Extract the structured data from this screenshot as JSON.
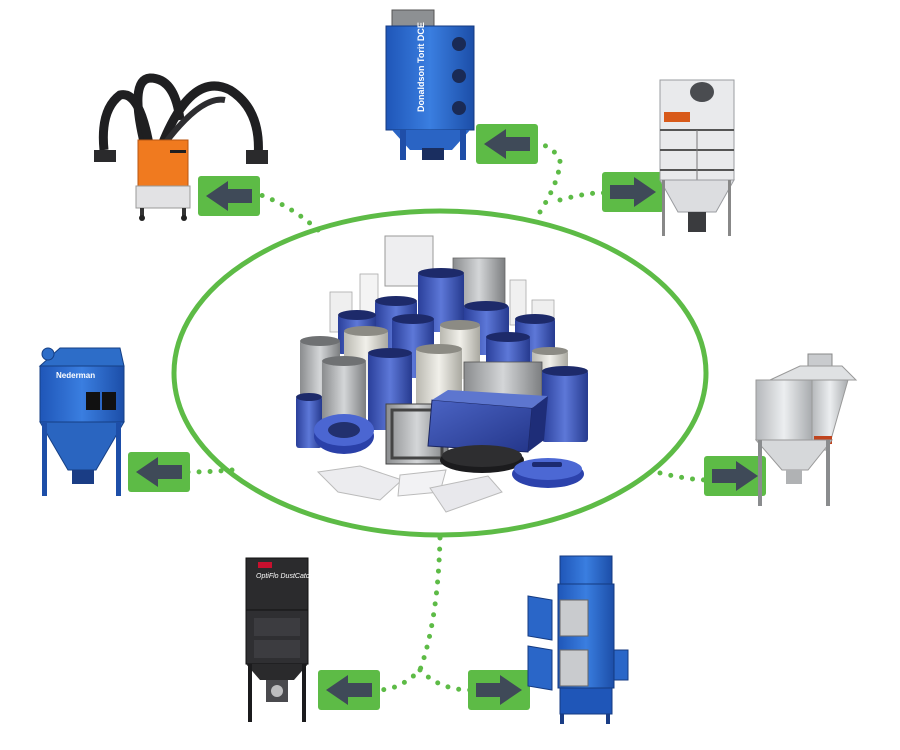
{
  "colors": {
    "accent_green": "#5dbb46",
    "arrow_fill": "#3f4a58",
    "collector_blue": "#2f6fd0",
    "collector_white": "#e9eaec",
    "collector_black": "#2b2b2d",
    "collector_orange": "#f07a1f"
  },
  "hub": {
    "name": "replacement-filters-group"
  },
  "equipment": [
    {
      "id": "fume-extractor",
      "label_text": "",
      "direction": "left"
    },
    {
      "id": "donaldson-torit-dce",
      "label_text": "Donaldson Torit DCE",
      "direction": "left"
    },
    {
      "id": "white-cabinet-collector",
      "label_text": "",
      "direction": "right"
    },
    {
      "id": "nederman-collector",
      "label_text": "Nederman",
      "direction": "left"
    },
    {
      "id": "hopper-collector",
      "label_text": "",
      "direction": "right"
    },
    {
      "id": "optiflo-dustcatcher",
      "label_text": "OptiFlo DustCatcher",
      "direction": "left"
    },
    {
      "id": "blue-cabinet-collector",
      "label_text": "",
      "direction": "right"
    }
  ]
}
